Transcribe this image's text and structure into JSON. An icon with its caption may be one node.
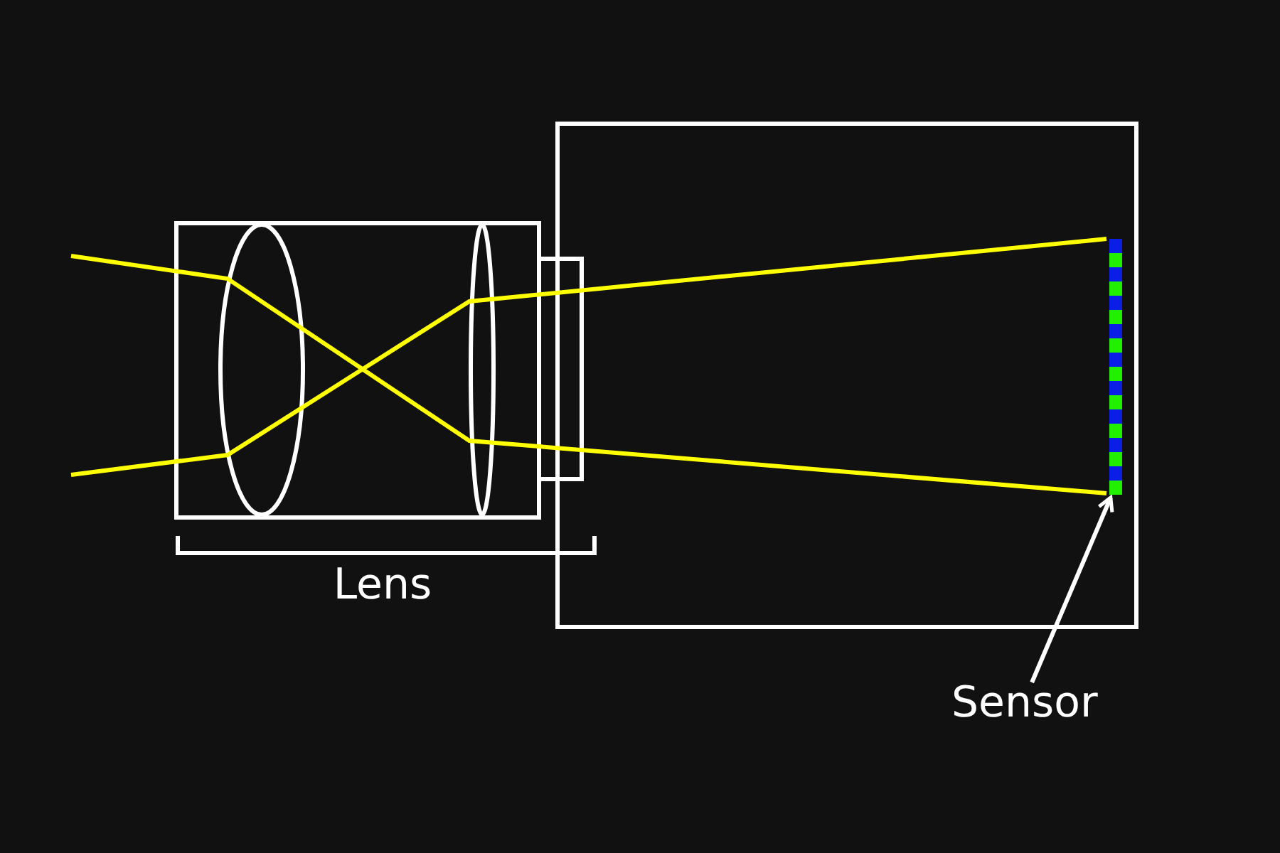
{
  "diagram": {
    "nodes": [
      {
        "text": [
          "Sensor"
        ]
      },
      {
        "text": [],
        "shape": "bar"
      }
    ],
    "edges": [
      {
        "from": 0,
        "to": 1,
        "arrow": "to"
      }
    ],
    "labels": [
      "Lens"
    ]
  }
}
